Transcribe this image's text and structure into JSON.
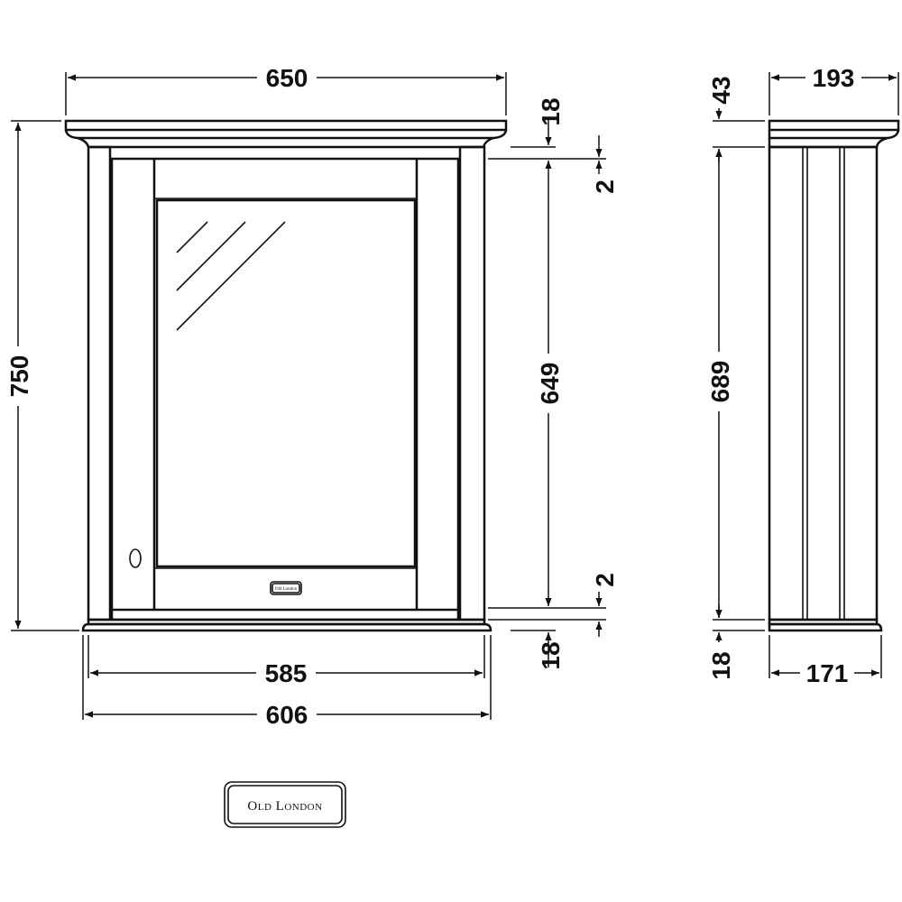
{
  "front_view": {
    "overall_width": "650",
    "overall_height": "750",
    "cabinet_width": "585",
    "base_width": "606",
    "cornice_height": "18",
    "top_gap": "2",
    "door_height": "649",
    "bottom_gap": "2",
    "plinth_height": "18"
  },
  "side_view": {
    "top_depth": "193",
    "cornice_height": "43",
    "body_height": "689",
    "plinth_height": "18",
    "base_depth": "171"
  },
  "brand": {
    "logo_text": "Old London",
    "badge_text": "Old London"
  },
  "colors": {
    "line": "#111111",
    "background": "#ffffff"
  }
}
